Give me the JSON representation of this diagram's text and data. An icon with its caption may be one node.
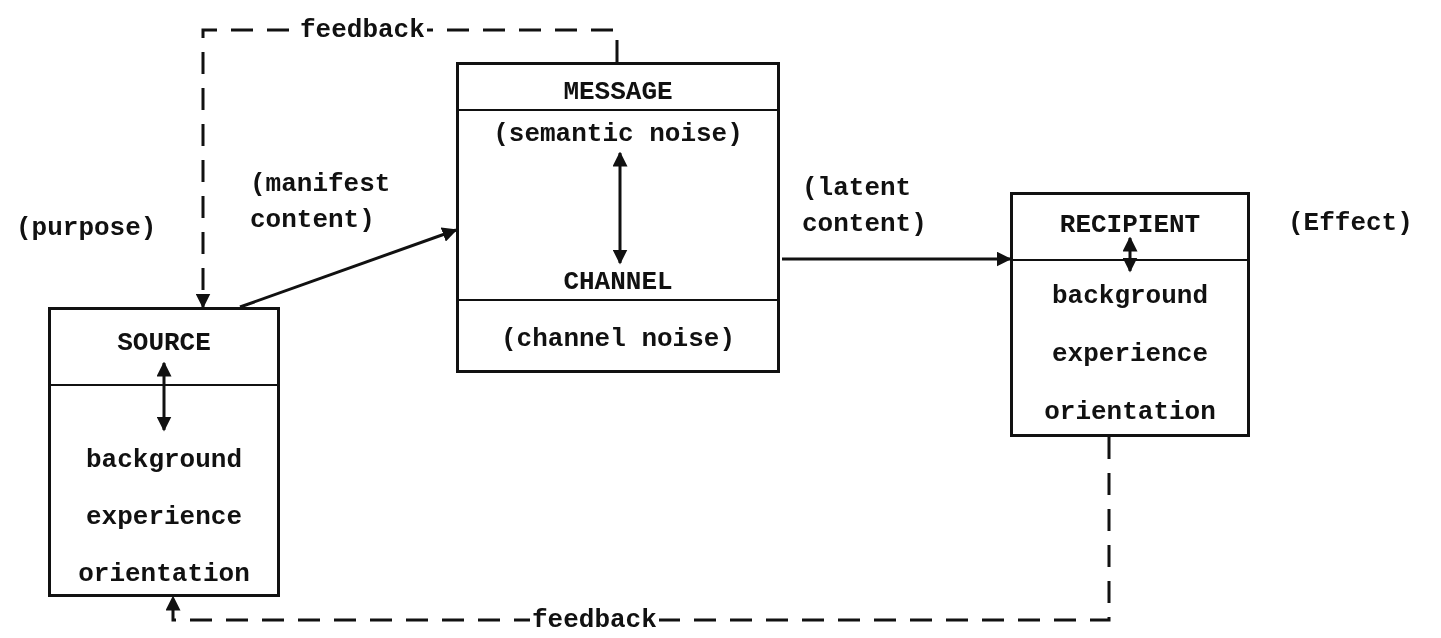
{
  "diagram": {
    "nodes": [
      {
        "text": [],
        "shape": "box"
      },
      {
        "text": [
          "SOURCE"
        ],
        "in": 0
      },
      {
        "text": [
          "background experience orientation"
        ],
        "in": 0
      },
      {
        "text": [],
        "shape": "box"
      },
      {
        "text": [
          "MESSAGE"
        ],
        "in": 3
      },
      {
        "text": [
          "(semantic noise)"
        ],
        "in": 3
      },
      {
        "text": [
          "CHANNEL"
        ],
        "in": 3
      },
      {
        "text": [
          "(channel noise)"
        ],
        "in": 3
      },
      {
        "text": [],
        "shape": "box"
      },
      {
        "text": [
          "RECIPIENT"
        ],
        "in": 8
      },
      {
        "text": [
          "background experience orientation"
        ],
        "in": 8
      }
    ],
    "edges": [
      {
        "from": 1,
        "to": 2,
        "arrow": "both"
      },
      {
        "from": 5,
        "to": 6,
        "arrow": "both"
      },
      {
        "from": 9,
        "to": 10,
        "arrow": "both"
      },
      {
        "from": 0,
        "to": 3,
        "arrow": "to",
        "label": "(manifest content)"
      },
      {
        "from": 3,
        "to": 8,
        "arrow": "to",
        "label": "(latent content)"
      },
      {
        "from": 3,
        "to": 0,
        "arrow": "to",
        "label": "feedback",
        "style": "dashed"
      },
      {
        "from": 8,
        "to": 0,
        "arrow": "to",
        "label": "feedback",
        "style": "dashed"
      }
    ],
    "labels": [
      "(purpose)",
      "(Effect)"
    ]
  }
}
